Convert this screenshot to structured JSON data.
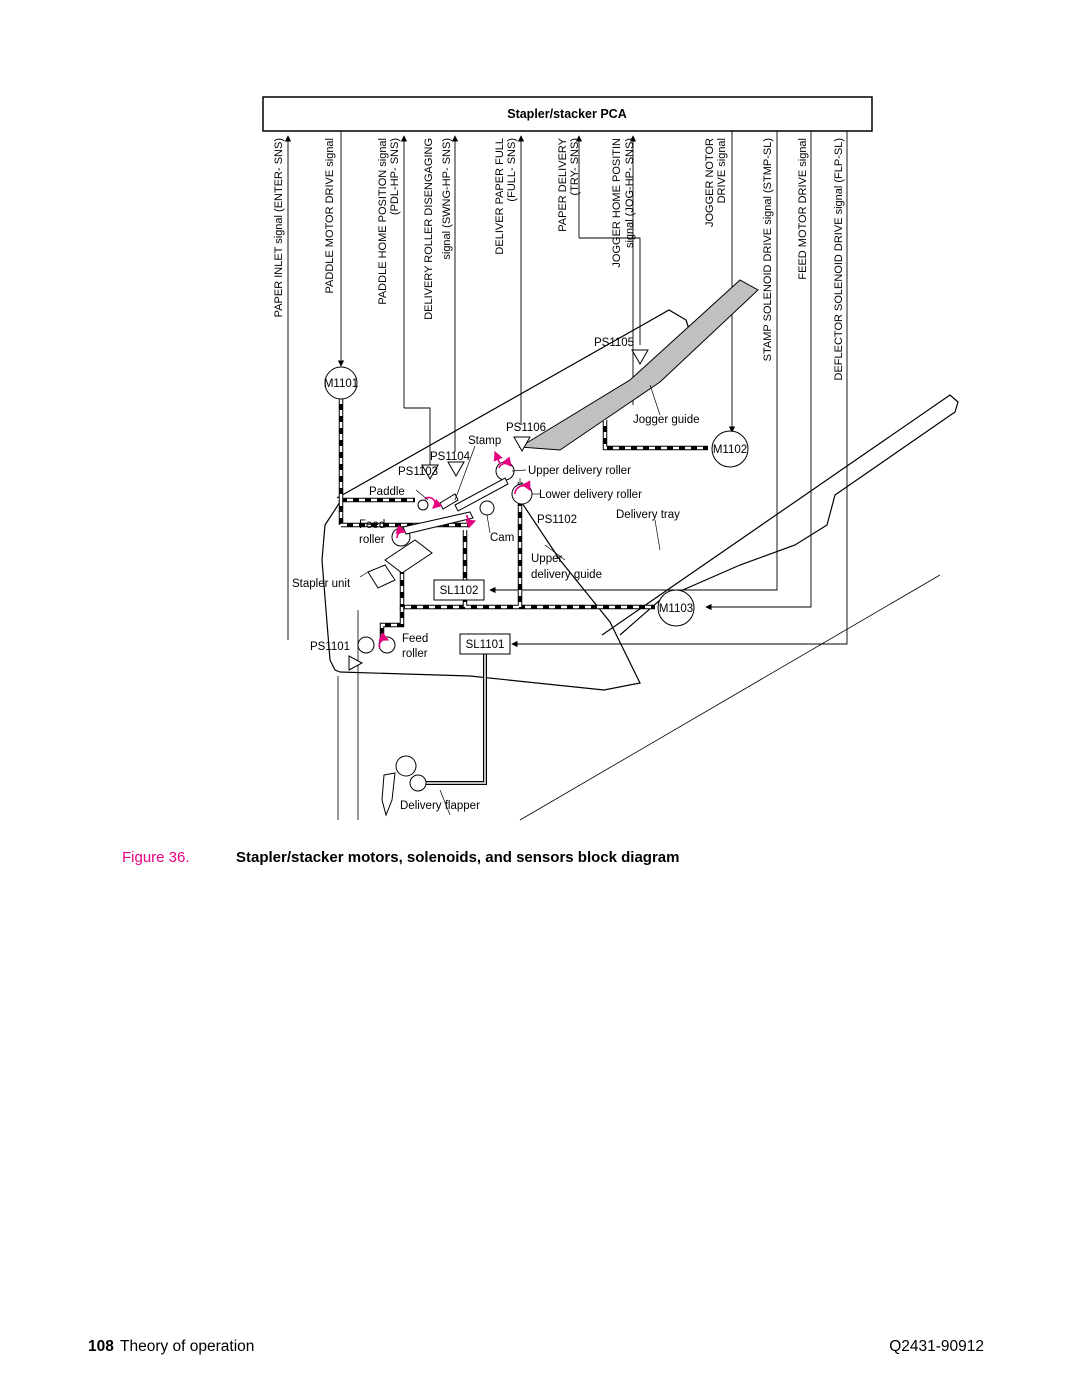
{
  "pca": {
    "title": "Stapler/stacker PCA"
  },
  "signals": [
    {
      "id": "enter",
      "lines": [
        "PAPER INLET signal (ENTER- SNS)"
      ]
    },
    {
      "id": "pdl-drive",
      "lines": [
        "PADDLE MOTOR DRIVE signal"
      ]
    },
    {
      "id": "pdl-hp",
      "lines": [
        "PADDLE HOME POSITION signal",
        "(PDL-HP- SNS)"
      ]
    },
    {
      "id": "swng-hp",
      "lines": [
        "DELIVERY ROLLER DISENGAGING",
        "signal (SWNG-HP- SNS)"
      ]
    },
    {
      "id": "full",
      "lines": [
        "DELIVER PAPER FULL",
        "(FULL- SNS)"
      ]
    },
    {
      "id": "try",
      "lines": [
        "PAPER DELIVERY",
        "(TRY- SNS)"
      ]
    },
    {
      "id": "jog-hp",
      "lines": [
        "JOGGER HOME POSITIN",
        "signal (JOG-HP- SNS)"
      ]
    },
    {
      "id": "jog-drive",
      "lines": [
        "JOGGER NOTOR",
        "DRIVE signal"
      ]
    },
    {
      "id": "stmp",
      "lines": [
        "STAMP SOLENOID DRIVE signal (STMP-SL)"
      ]
    },
    {
      "id": "feed-drive",
      "lines": [
        "FEED MOTOR DRIVE signal"
      ]
    },
    {
      "id": "flp",
      "lines": [
        "DEFLECTOR SOLENOID DRIVE signal (FLP-SL)"
      ]
    }
  ],
  "components": {
    "m1101": "M1101",
    "m1102": "M1102",
    "m1103": "M1103",
    "ps1101": "PS1101",
    "ps1102": "PS1102",
    "ps1103": "PS1103",
    "ps1104": "PS1104",
    "ps1105": "PS1105",
    "ps1106": "PS1106",
    "sl1101": "SL1101",
    "sl1102": "SL1102"
  },
  "parts": {
    "stamp": "Stamp",
    "paddle": "Paddle",
    "feed_roller_upper": [
      "Feed",
      "roller"
    ],
    "feed_roller_lower": [
      "Feed",
      "roller"
    ],
    "stapler_unit": "Stapler unit",
    "cam": "Cam",
    "upper_delivery_roller": "Upper delivery roller",
    "lower_delivery_roller": "Lower delivery roller",
    "upper_delivery_guide": [
      "Upper",
      "delivery guide"
    ],
    "delivery_tray": "Delivery tray",
    "jogger_guide": "Jogger guide",
    "delivery_flapper": "Delivery flapper"
  },
  "colors": {
    "accent": "#e6007e",
    "jogger_fill": "#c0c0c0"
  },
  "caption": {
    "figure": "Figure 36.",
    "title": "Stapler/stacker motors, solenoids, and sensors block diagram"
  },
  "footer": {
    "page_number": "108",
    "section": "Theory of operation",
    "doc_number": "Q2431-90912"
  }
}
